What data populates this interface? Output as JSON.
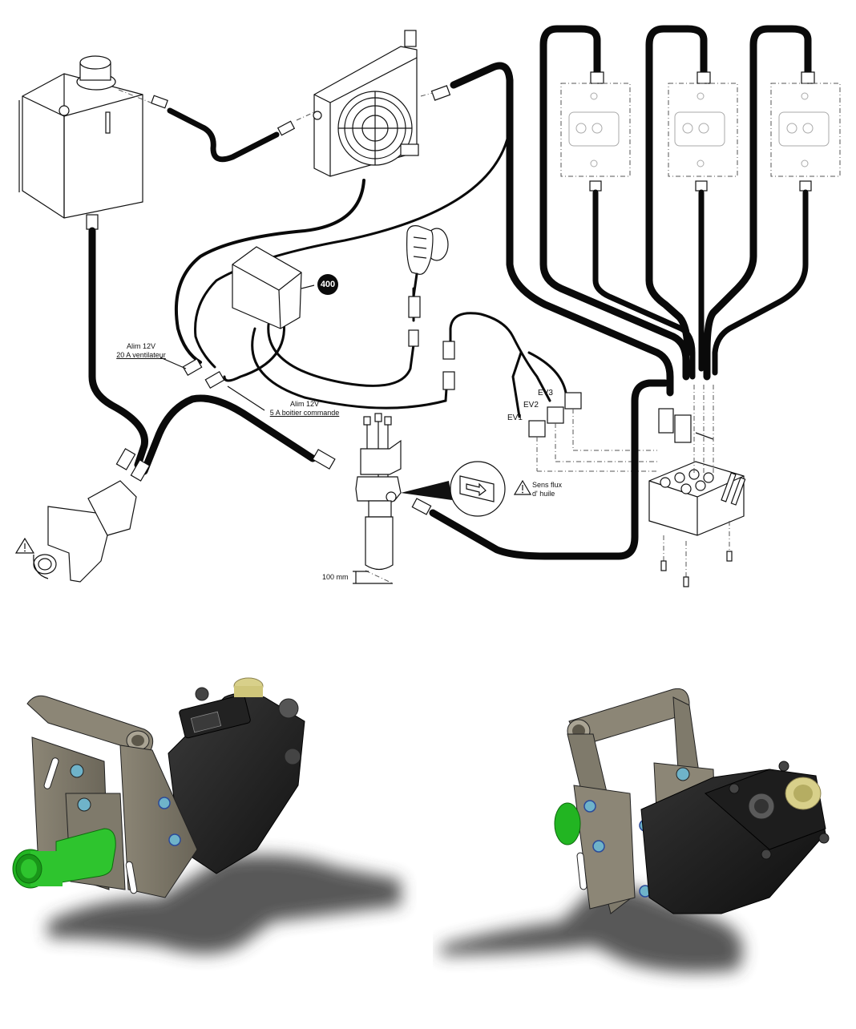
{
  "diagram": {
    "title_labels": {
      "callout_number": "400",
      "fan_power_line1": "Alim 12V",
      "fan_power_line2": "20 A ventilateur",
      "control_power_line1": "Alim 12V",
      "control_power_line2": "5 A boitier commande",
      "valve_1": "EV1",
      "valve_2": "EV2",
      "valve_3": "EV3",
      "oil_flow_line1": "Sens flux",
      "oil_flow_line2": "d' huile",
      "clearance": "100 mm"
    },
    "components": {
      "tank": "hydraulic-tank",
      "cooler": "oil-cooler-fan",
      "control_box": "control-box",
      "remote": "remote-control",
      "filter": "return-filter",
      "valve_block": "directional-valve-block",
      "pump": "hydraulic-pump",
      "motors": [
        "hydraulic-motor-1",
        "hydraulic-motor-2",
        "hydraulic-motor-3"
      ]
    },
    "colors": {
      "line": "#111111",
      "hose": "#0a0a0a",
      "dashed": "#555555"
    }
  },
  "renders": {
    "colors": {
      "bracket": "#7a7466",
      "pump_body": "#1c1c1c",
      "shaft": "#22c522",
      "fitting_brass": "#d8d08a",
      "bolt": "#6fb3c9",
      "shadow": "#3a3a3a"
    }
  }
}
